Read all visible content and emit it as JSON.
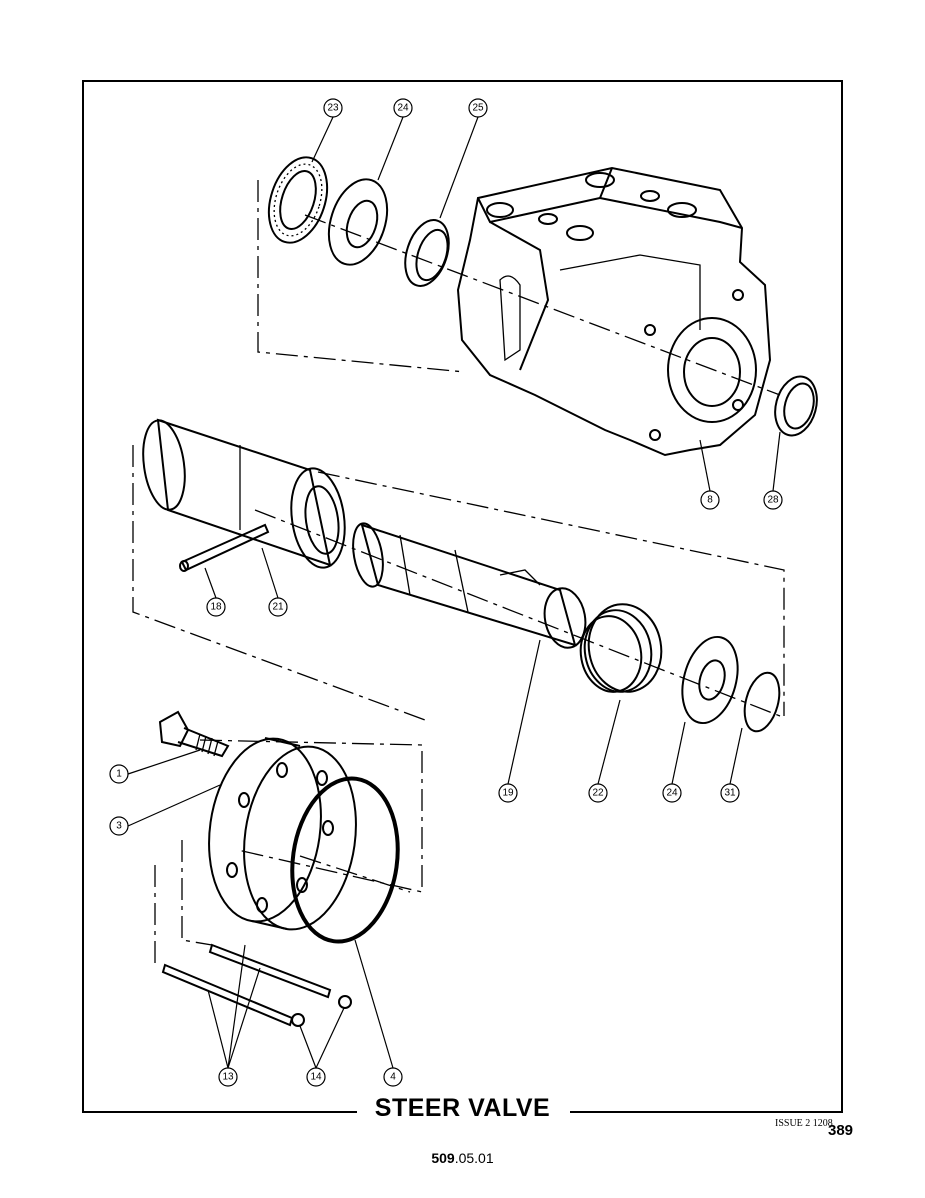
{
  "title": "STEER VALVE",
  "issue": "ISSUE 2 1208",
  "page_number": "389",
  "reference": {
    "bold": "509",
    "rest": ".05.01"
  },
  "callouts": [
    {
      "id": "c23",
      "label": "23"
    },
    {
      "id": "c24a",
      "label": "24"
    },
    {
      "id": "c25",
      "label": "25"
    },
    {
      "id": "c8",
      "label": "8"
    },
    {
      "id": "c28",
      "label": "28"
    },
    {
      "id": "c18",
      "label": "18"
    },
    {
      "id": "c21",
      "label": "21"
    },
    {
      "id": "c19",
      "label": "19"
    },
    {
      "id": "c22",
      "label": "22"
    },
    {
      "id": "c24b",
      "label": "24"
    },
    {
      "id": "c31",
      "label": "31"
    },
    {
      "id": "c1",
      "label": "1"
    },
    {
      "id": "c3",
      "label": "3"
    },
    {
      "id": "c13",
      "label": "13"
    },
    {
      "id": "c14",
      "label": "14"
    },
    {
      "id": "c4",
      "label": "4"
    }
  ]
}
